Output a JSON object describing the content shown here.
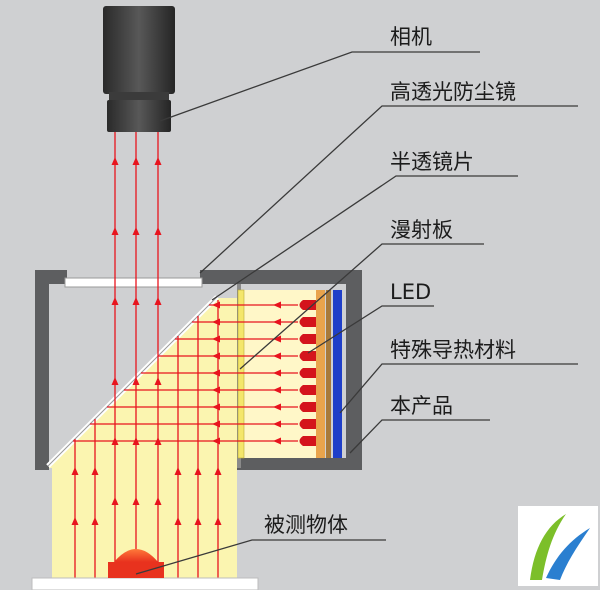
{
  "labels": {
    "camera": "相机",
    "dust_glass": "高透光防尘镜",
    "half_mirror": "半透镜片",
    "diffuser": "漫射板",
    "led": "LED",
    "thermal_material": "特殊导热材料",
    "product": "本产品",
    "object": "被测物体"
  },
  "colors": {
    "background": "#cfd0d2",
    "housing": "#5d5e60",
    "light_field": "#fbf5b0",
    "ray": "#e8141e",
    "led": "#d4141c",
    "thermal": "#1f3fc8",
    "leader_line": "#3a3a3a"
  },
  "icons": {
    "logo": "leaf-logo-icon"
  }
}
